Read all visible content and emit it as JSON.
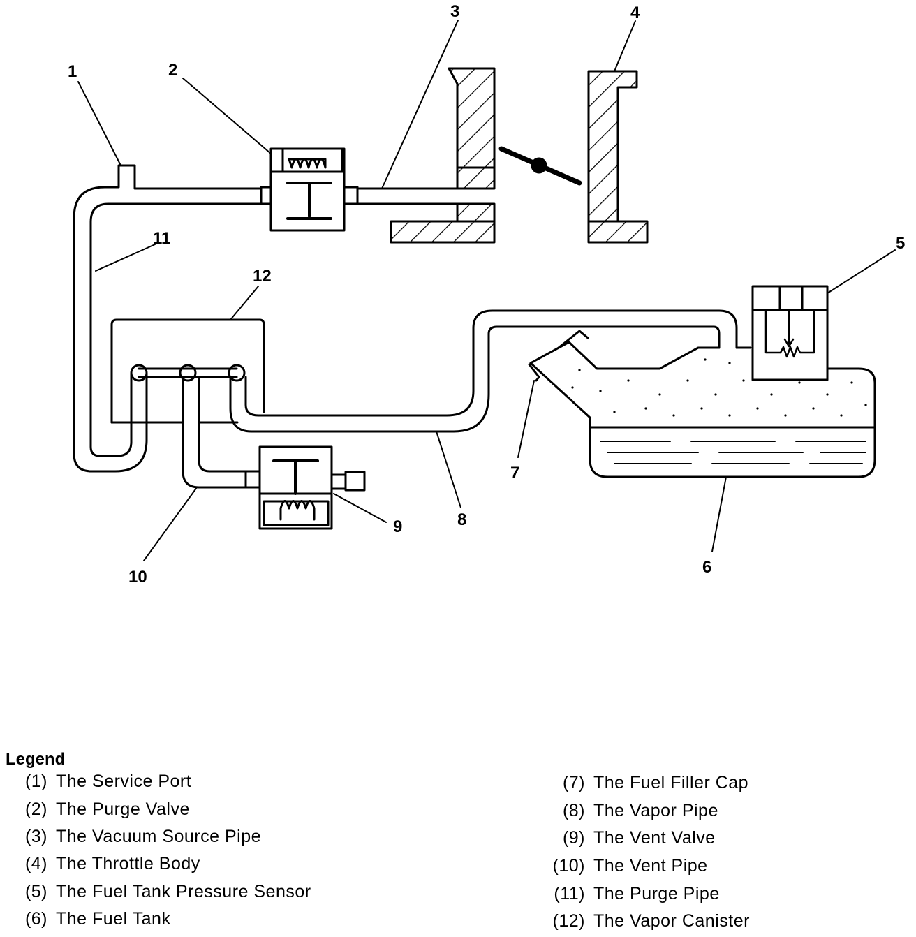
{
  "callouts": {
    "c1": "1",
    "c2": "2",
    "c3": "3",
    "c4": "4",
    "c5": "5",
    "c6": "6",
    "c7": "7",
    "c8": "8",
    "c9": "9",
    "c10": "10",
    "c11": "11",
    "c12": "12"
  },
  "legend": {
    "title": "Legend",
    "items": [
      {
        "num": "(1)",
        "label": "The Service Port"
      },
      {
        "num": "(2)",
        "label": "The Purge Valve"
      },
      {
        "num": "(3)",
        "label": "The Vacuum Source Pipe"
      },
      {
        "num": "(4)",
        "label": "The Throttle Body"
      },
      {
        "num": "(5)",
        "label": "The Fuel Tank Pressure Sensor"
      },
      {
        "num": "(6)",
        "label": "The Fuel Tank"
      },
      {
        "num": "(7)",
        "label": "The Fuel Filler Cap"
      },
      {
        "num": "(8)",
        "label": "The Vapor Pipe"
      },
      {
        "num": "(9)",
        "label": "The Vent Valve"
      },
      {
        "num": "(10)",
        "label": "The Vent Pipe"
      },
      {
        "num": "(11)",
        "label": "The Purge Pipe"
      },
      {
        "num": "(12)",
        "label": "The Vapor Canister"
      }
    ]
  }
}
